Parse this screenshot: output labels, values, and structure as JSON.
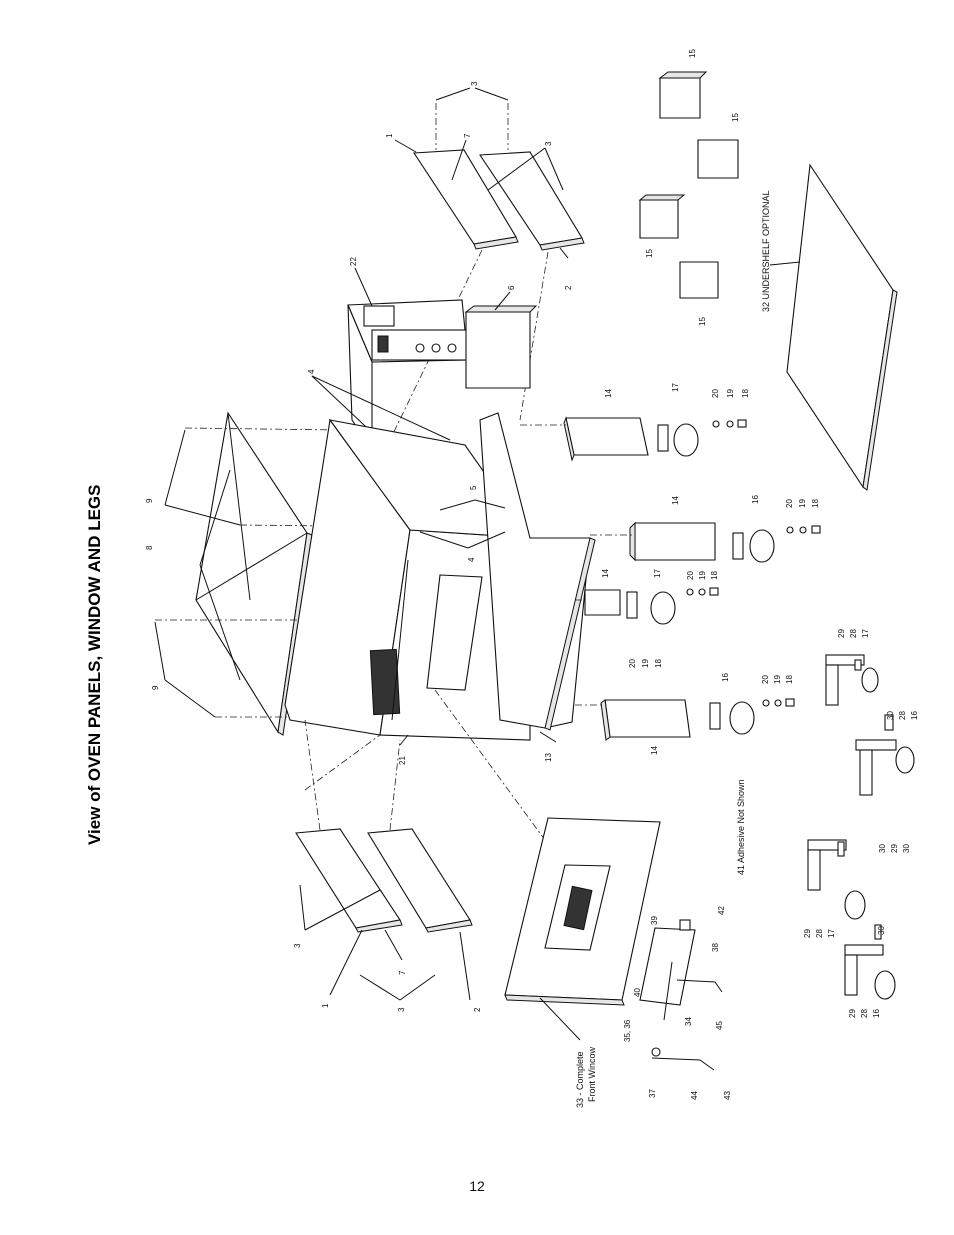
{
  "title": "View of OVEN PANELS, WINDOW AND LEGS",
  "page_number": "12",
  "notes": {
    "adhesive": "41 Adhesive Not Shown",
    "undershelf": "32 UNDERSHELF OPTIONAL",
    "front_window_line1": "33 - Complete",
    "front_window_line2": "Front Wincow"
  },
  "callouts": {
    "c1a": "1",
    "c7a": "7",
    "c3a": "3",
    "c3b": "3",
    "c2a": "2",
    "c22": "22",
    "c6": "6",
    "c4a": "4",
    "c9a": "9",
    "c8": "8",
    "c9b": "9",
    "c5": "5",
    "c4b": "4",
    "c21": "21",
    "c13": "13",
    "c14a": "14",
    "c17a": "17",
    "c20a": "20",
    "c19a": "19",
    "c18a": "18",
    "c14b": "14",
    "c16a": "16",
    "c20b": "20",
    "c19b": "19",
    "c18b": "18",
    "c14c": "14",
    "c17b": "17",
    "c20c": "20",
    "c19c": "19",
    "c18c": "18",
    "c14d": "14",
    "c16b": "16",
    "c20d": "20",
    "c19d": "19",
    "c18d": "18",
    "c15a": "15",
    "c15b": "15",
    "c15c": "15",
    "c15d": "15",
    "c3c": "3",
    "c1b": "1",
    "c7b": "7",
    "c3d": "3",
    "c2b": "2",
    "c39": "39",
    "c42": "42",
    "c38": "38",
    "c40": "40",
    "c34": "34",
    "c35": "35, 36",
    "c45": "45",
    "c37": "37",
    "c44": "44",
    "c43": "43",
    "c29a": "29",
    "c28a": "28",
    "c17c": "17",
    "c30a": "30",
    "c28b": "28",
    "c16c": "16",
    "c30b": "30",
    "c29b": "29",
    "c30c": "30",
    "c29c": "29",
    "c28c": "28",
    "c17d": "17",
    "c30d": "30",
    "c29d": "29",
    "c28d": "28",
    "c16d": "16"
  }
}
